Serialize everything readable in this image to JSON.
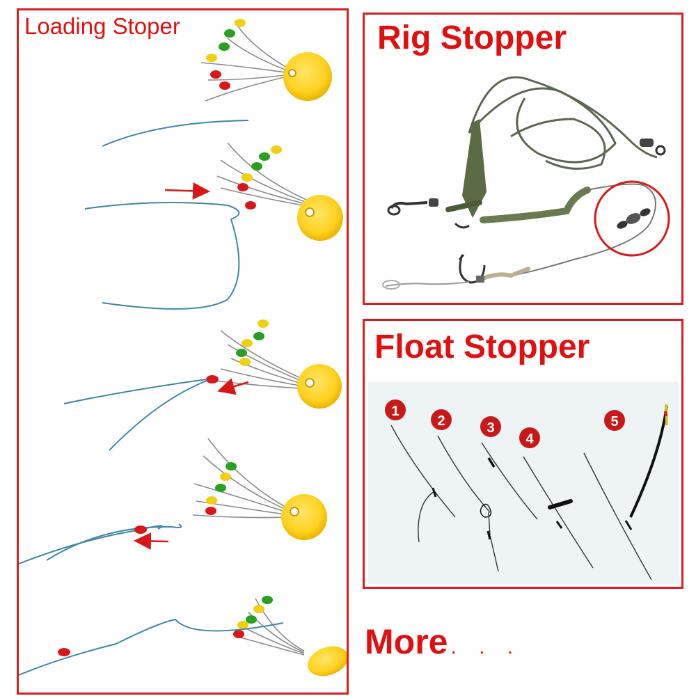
{
  "panels": {
    "loading": {
      "title": "Loading Stoper"
    },
    "rig": {
      "title": "Rig Stopper"
    },
    "float": {
      "title": "Float Stopper",
      "steps": [
        "1",
        "2",
        "3",
        "4",
        "5"
      ]
    }
  },
  "more": {
    "label": "More",
    "dots": ". . ."
  },
  "colors": {
    "accent_red": "#e01010",
    "border_red": "#d81e1e",
    "bead_green": "#28a020",
    "bead_yellow": "#f0d010",
    "bead_red": "#d81818",
    "disc_yellow": "#ffd21f",
    "line_blue": "#3c86a8"
  }
}
